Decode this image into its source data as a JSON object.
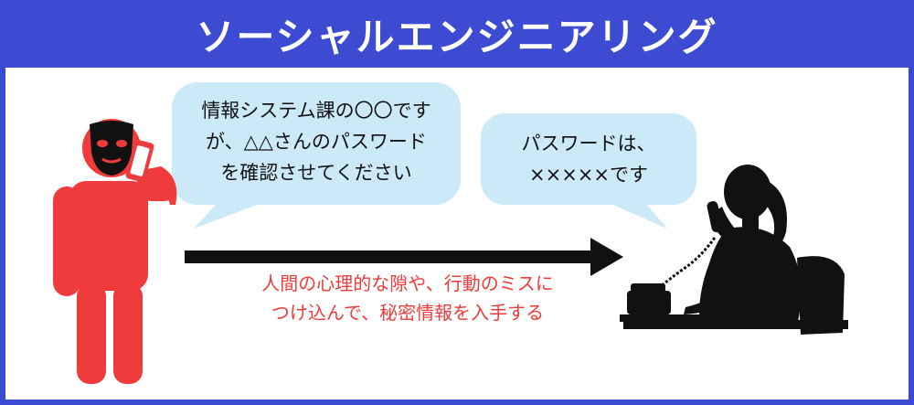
{
  "title": "ソーシャルエンジニアリング",
  "attacker_bubble": {
    "lines": [
      "情報システム課の〇〇です",
      "が、△△さんのパスワード",
      "を確認させてください"
    ]
  },
  "victim_bubble": {
    "lines": [
      "パスワードは、",
      "×××××です"
    ]
  },
  "caption": {
    "lines": [
      "人間の心理的な隙や、行動のミスに",
      "つけ込んで、秘密情報を入手する"
    ]
  },
  "colors": {
    "header_bg": "#3c4bd2",
    "bubble_bg": "#cce9f8",
    "attacker": "#ef3b3b",
    "mask": "#111111",
    "arrow": "#111111",
    "caption_text": "#ef3b3b"
  },
  "icons": {
    "attacker": "masked-caller-icon",
    "victim": "woman-on-desk-phone-icon"
  }
}
